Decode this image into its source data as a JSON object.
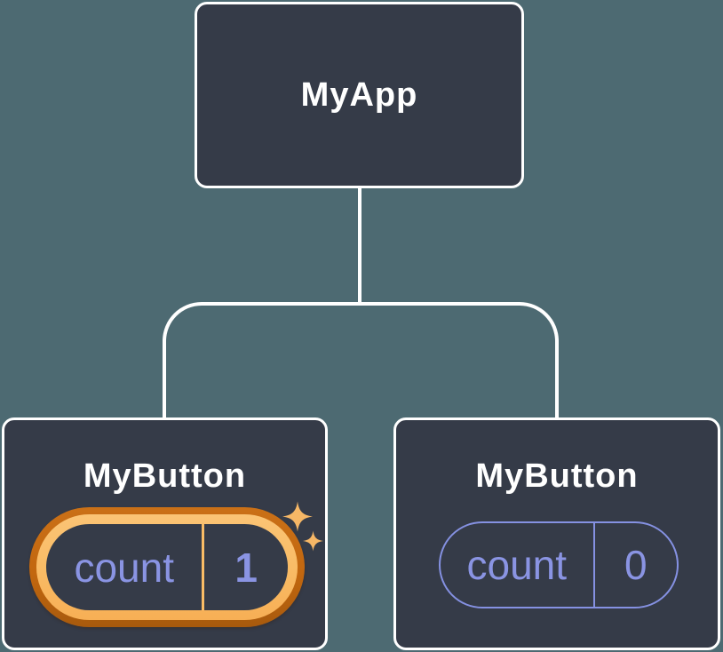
{
  "diagram": {
    "type": "component-tree",
    "colors": {
      "background": "#4D6A72",
      "node_fill": "#353B48",
      "node_border": "#FFFFFF",
      "connector": "#FFFFFF",
      "state_purple": "#8A94E3",
      "pill_border_purple": "#8591E2",
      "highlight_ring_outer": "#C2670F",
      "highlight_ring_inner": "#F9BC66",
      "sparkle": "#F6B766"
    },
    "root": {
      "label": "MyApp"
    },
    "children": [
      {
        "label": "MyButton",
        "state_key": "count",
        "state_value": "1",
        "highlighted": true,
        "icon": "sparkles-icon"
      },
      {
        "label": "MyButton",
        "state_key": "count",
        "state_value": "0",
        "highlighted": false
      }
    ]
  }
}
